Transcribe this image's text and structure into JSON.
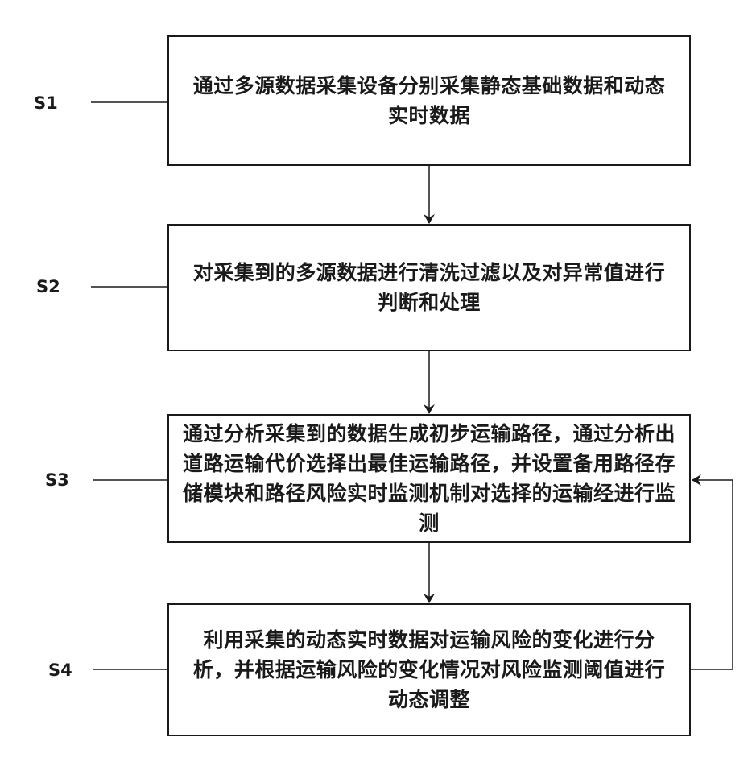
{
  "steps": [
    {
      "label": "S1",
      "text": "通过多源数据采集设备分别采集静态基础数据和动态实时数据"
    },
    {
      "label": "S2",
      "text": "对采集到的多源数据进行清洗过滤以及对异常值进行判断和处理"
    },
    {
      "label": "S3",
      "text": "通过分析采集到的数据生成初步运输路径，通过分析出道路运输代价选择出最佳运输路径，并设置备用路径存储模块和路径风险实时监测机制对选择的运输经进行监测"
    },
    {
      "label": "S4",
      "text": "利用采集的动态实时数据对运输风险的变化进行分析，并根据运输风险的变化情况对风险监测阈值进行动态调整"
    }
  ],
  "colors": {
    "line": "#1a1a1a",
    "background": "#ffffff"
  }
}
